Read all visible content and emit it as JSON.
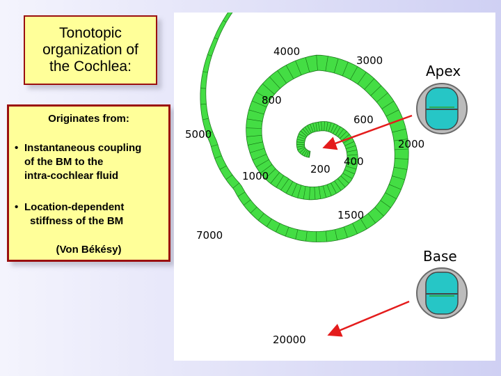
{
  "title": "Tonotopic\norganization of\nthe Cochlea:",
  "info": {
    "heading": "Originates from:",
    "bullet1": [
      "Instantaneous  coupling",
      "of the BM to the",
      "intra-cochlear  fluid"
    ],
    "bullet2": [
      "Location-dependent",
      "stiffness of the BM"
    ],
    "reference": "(Von Békésy)",
    "bullet_char": "•"
  },
  "diagram": {
    "frequencies": {
      "f4000": "4000",
      "f3000": "3000",
      "f800": "800",
      "f600": "600",
      "f5000": "5000",
      "f2000": "2000",
      "f200": "200",
      "f400": "400",
      "f1000": "1000",
      "f1500": "1500",
      "f7000": "7000",
      "f20000": "20000"
    },
    "apex_label": "Apex",
    "base_label": "Base",
    "colors": {
      "membrane": "#44dd44",
      "arrow": "#e41c1c",
      "canal": "#26c6c6",
      "canal_border": "#595959"
    }
  }
}
